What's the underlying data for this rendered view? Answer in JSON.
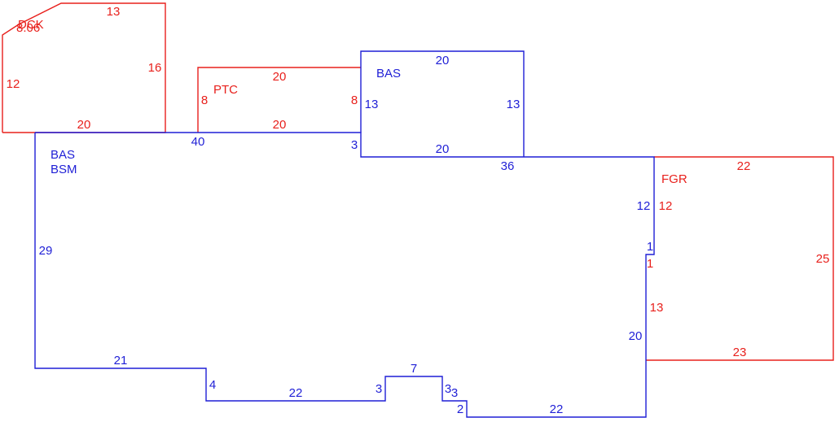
{
  "colors": {
    "red": "#e8201c",
    "blue": "#1f1fd6",
    "background": "#ffffff"
  },
  "areas": {
    "dck": {
      "code": "DCK",
      "extra": "8.06"
    },
    "ptc": {
      "code": "PTC"
    },
    "bas_upper": {
      "code": "BAS"
    },
    "bas_main": {
      "code": "BAS",
      "code2": "BSM"
    },
    "fgr": {
      "code": "FGR"
    }
  },
  "dims": {
    "dck_top": "13",
    "dck_right": "16",
    "dck_left": "12",
    "dck_bottom": "20",
    "ptc_top": "20",
    "ptc_left": "8",
    "ptc_right": "8",
    "ptc_bottom": "20",
    "bas_upper_top": "20",
    "bas_upper_left": "13",
    "bas_upper_right": "13",
    "bas_upper_bottom": "20",
    "main_top_40": "40",
    "main_step_3": "3",
    "main_top_36": "36",
    "main_left_29": "29",
    "main_right_12": "12",
    "main_notch_1": "1",
    "main_right_20": "20",
    "main_bottom_21": "21",
    "main_step_4": "4",
    "main_bottom_22a": "22",
    "main_step_3a": "3",
    "main_bump_7": "7",
    "main_step_3b": "3",
    "main_step_3c": "3",
    "main_step_2": "2",
    "main_bottom_22b": "22",
    "fgr_top": "22",
    "fgr_left_12": "12",
    "fgr_notch_1": "1",
    "fgr_left_13": "13",
    "fgr_right": "25",
    "fgr_bottom": "23"
  }
}
